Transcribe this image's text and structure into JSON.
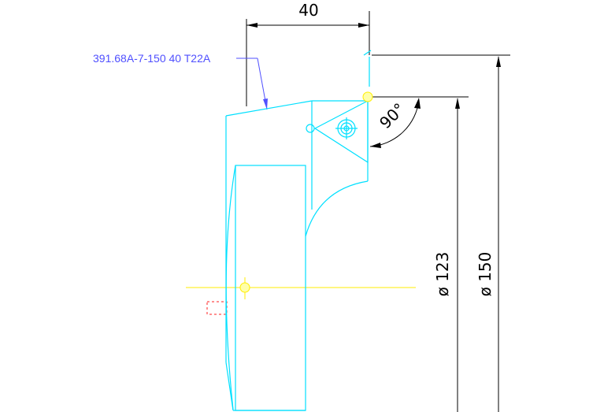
{
  "drawing": {
    "leader_label": "391.68A-7-150 40 T22A",
    "dim_width": "40",
    "dim_angle": "90°",
    "dim_diameter_small": "ø 123",
    "dim_diameter_large": "ø 150"
  },
  "colors": {
    "outline": "#00e0ff",
    "dimension": "#000000",
    "leader": "#5050ff",
    "hidden": "#ff2020",
    "centerline": "#ffee00",
    "highlight": "#ffffaa"
  }
}
